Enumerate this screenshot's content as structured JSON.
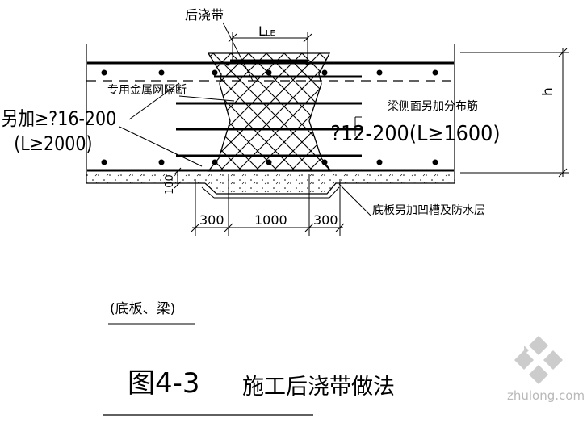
{
  "labels": {
    "pour_strip": "后浇带",
    "lap_length": "L",
    "lap_length_sub": "LE",
    "metal_mesh": "专用金属网隔断",
    "extra_bar": "另加≥?16-200",
    "extra_bar_len": "(L≥2000)",
    "side_bar_title": "梁侧面另加分布筋",
    "side_bar": "?12-200(L≥1600)",
    "height": "h",
    "cover": "100",
    "groove": "底板另加凹槽及防水层",
    "dim_left": "300",
    "dim_mid": "1000",
    "dim_right": "300",
    "sub_caption": "(底板、梁)",
    "figure_no": "图4-3",
    "figure_title": "施工后浇带做法"
  },
  "watermark": {
    "text": "zhulong.com"
  },
  "colors": {
    "line": "#000000",
    "watermark": "#bdbdbd"
  }
}
